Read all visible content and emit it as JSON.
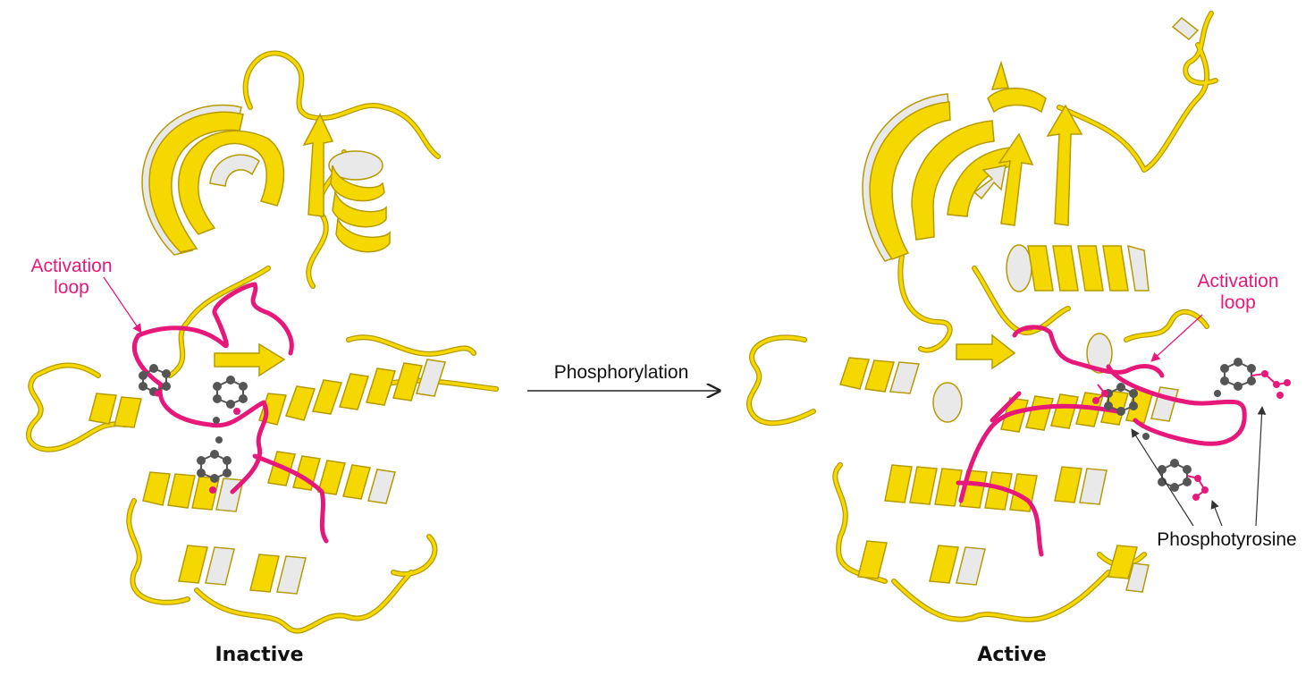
{
  "labels": {
    "activation_loop_left": "Activation\nloop",
    "activation_loop_right": "Activation\nloop",
    "arrow": "Phosphorylation",
    "phosphotyrosine": "Phosphotyrosine",
    "inactive": "Inactive",
    "active": "Active"
  },
  "colors": {
    "ribbon": "#f5d800",
    "ribbon_edge": "#b59a00",
    "ribbon_back": "#e9e9e9",
    "loop": "#e6197a",
    "atom_dark": "#555555",
    "atom_pink": "#e6197a",
    "arrow": "#222222"
  }
}
